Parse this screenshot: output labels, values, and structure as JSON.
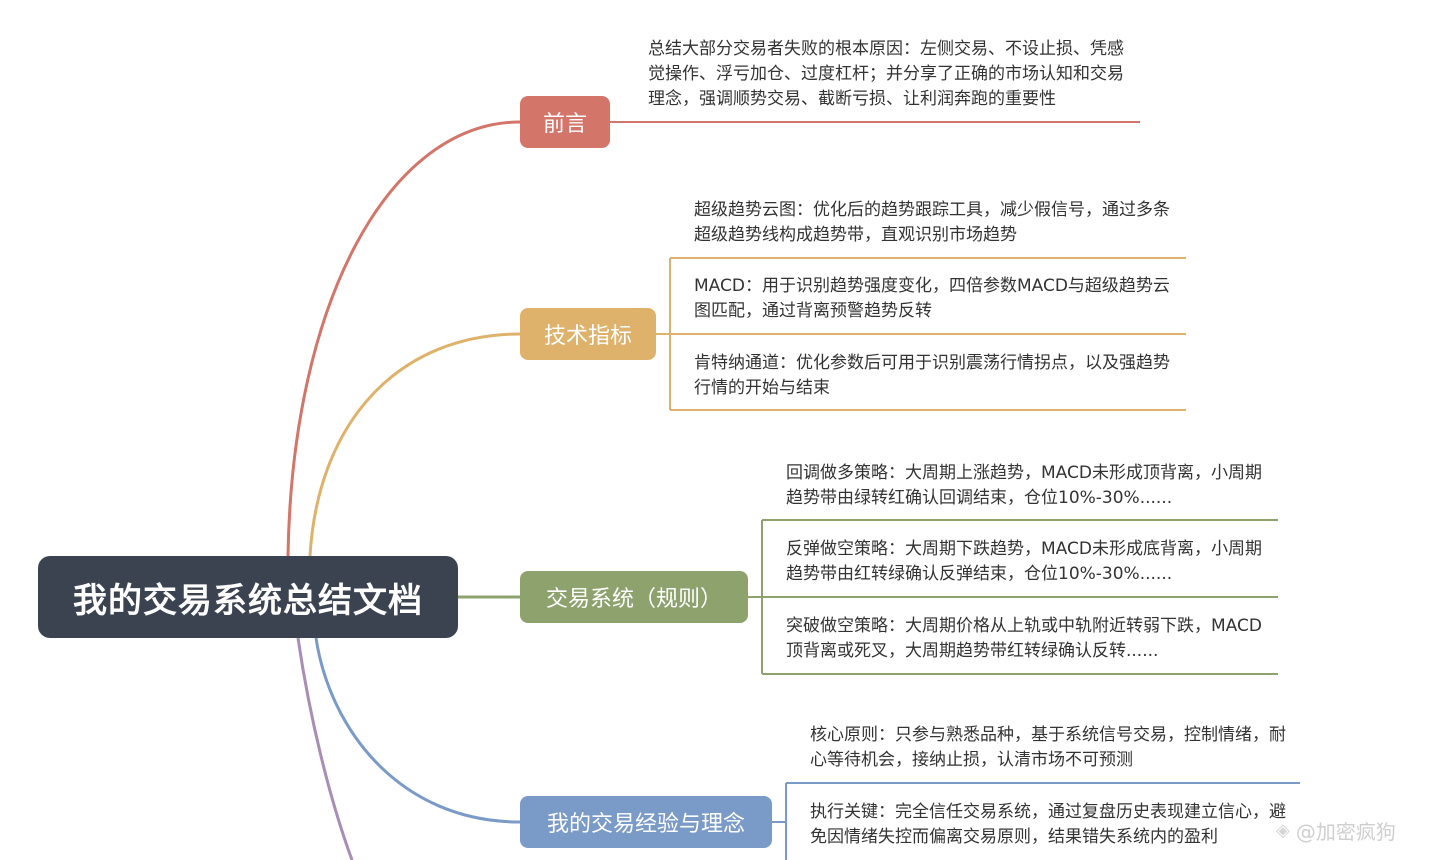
{
  "root": {
    "label": "我的交易系统总结文档"
  },
  "branches": [
    {
      "label": "前言",
      "color": "#d4756a",
      "leaves": [
        {
          "text": "总结大部分交易者失败的根本原因：左侧交易、不设止损、凭感觉操作、浮亏加仓、过度杠杆；并分享了正确的市场认知和交易理念，强调顺势交易、截断亏损、让利润奔跑的重要性"
        }
      ]
    },
    {
      "label": "技术指标",
      "color": "#dfb26c",
      "leaves": [
        {
          "text": "超级趋势云图：优化后的趋势跟踪工具，减少假信号，通过多条超级趋势线构成趋势带，直观识别市场趋势"
        },
        {
          "text": "MACD：用于识别趋势强度变化，四倍参数MACD与超级趋势云图匹配，通过背离预警趋势反转"
        },
        {
          "text": "肯特纳通道：优化参数后可用于识别震荡行情拐点，以及强趋势行情的开始与结束"
        }
      ]
    },
    {
      "label": "交易系统（规则）",
      "color": "#8ea26e",
      "leaves": [
        {
          "text": "回调做多策略：大周期上涨趋势，MACD未形成顶背离，小周期趋势带由绿转红确认回调结束，仓位10%-30%......"
        },
        {
          "text": "反弹做空策略：大周期下跌趋势，MACD未形成底背离，小周期趋势带由红转绿确认反弹结束，仓位10%-30%......"
        },
        {
          "text": "突破做空策略：大周期价格从上轨或中轨附近转弱下跌，MACD顶背离或死叉，大周期趋势带红转绿确认反转......"
        }
      ]
    },
    {
      "label": "我的交易经验与理念",
      "color": "#7a9ac8",
      "leaves": [
        {
          "text": "核心原则：只参与熟悉品种，基于系统信号交易，控制情绪，耐心等待机会，接纳止损，认清市场不可预测"
        },
        {
          "text": "执行关键：完全信任交易系统，通过复盘历史表现建立信心，避免因情绪失控而偏离交易原则，结果错失系统内的盈利"
        }
      ]
    }
  ],
  "hidden_branch_color": "#a88db5",
  "watermark": {
    "icon": "diamond-logo-icon",
    "text": "@加密疯狗"
  }
}
